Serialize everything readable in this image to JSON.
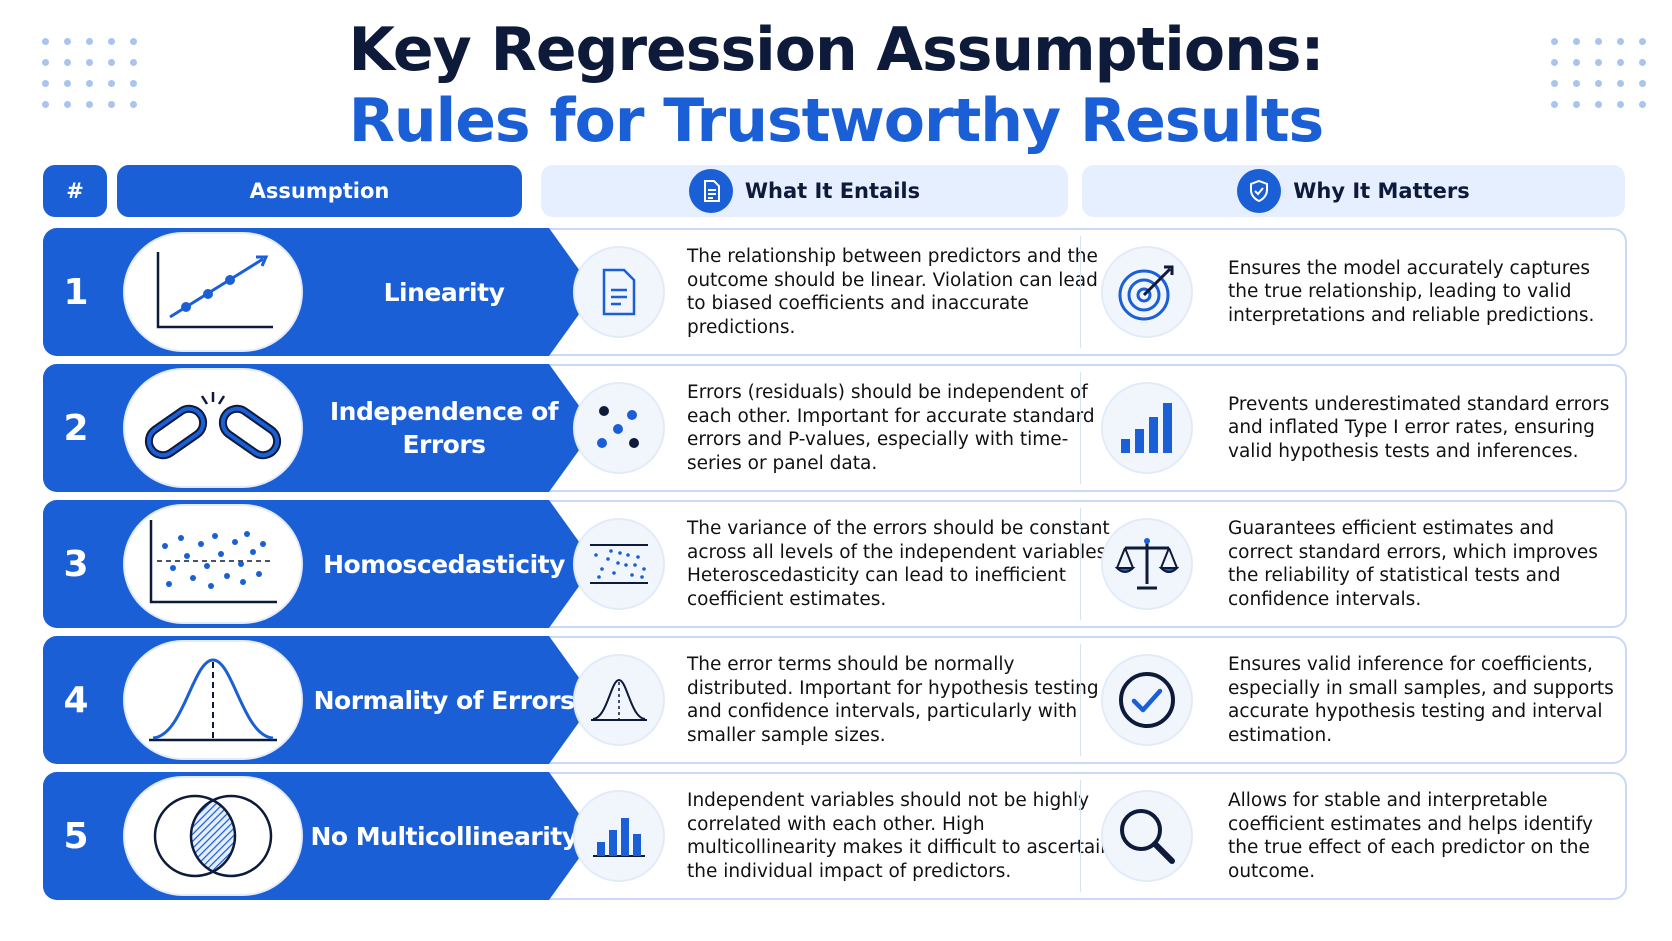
{
  "title": {
    "line1": "Key Regression Assumptions:",
    "line2": "Rules for Trustworthy Results"
  },
  "headers": {
    "number": "#",
    "assumption": "Assumption",
    "entails": "What It Entails",
    "matters": "Why It Matters"
  },
  "colors": {
    "primary": "#1a5fd6",
    "dark": "#0d1a3a",
    "light": "#e6efff"
  },
  "rows": [
    {
      "number": "1",
      "name": "Linearity",
      "illustration_icon": "line-trend-icon",
      "entails_icon": "document-icon",
      "entails": "The relationship between predictors and the outcome should be linear. Violation can lead to biased coefficients and inaccurate predictions.",
      "matters_icon": "target-icon",
      "matters": "Ensures the model accurately captures the true relationship, leading to valid interpretations and reliable predictions."
    },
    {
      "number": "2",
      "name": "Independence of Errors",
      "illustration_icon": "broken-chain-icon",
      "entails_icon": "scattered-dots-icon",
      "entails": "Errors (residuals) should be independent of each other. Important for accurate standard errors and P-values, especially with time-series or panel data.",
      "matters_icon": "bar-chart-icon",
      "matters": "Prevents underestimated standard errors and inflated Type I error rates, ensuring valid hypothesis tests and inferences."
    },
    {
      "number": "3",
      "name": "Homoscedasticity",
      "illustration_icon": "residual-scatter-icon",
      "entails_icon": "variance-band-icon",
      "entails": "The variance of the errors should be constant across all levels of the independent variables. Heteroscedasticity can lead to inefficient coefficient estimates.",
      "matters_icon": "balance-scale-icon",
      "matters": "Guarantees efficient estimates and correct standard errors, which improves the reliability of statistical tests and confidence intervals."
    },
    {
      "number": "4",
      "name": "Normality of Errors",
      "illustration_icon": "bell-curve-icon",
      "entails_icon": "small-bell-curve-icon",
      "entails": "The error terms should be normally distributed. Important for hypothesis testing and confidence intervals, particularly with smaller sample sizes.",
      "matters_icon": "check-circle-icon",
      "matters": "Ensures valid inference for coefficients, especially in small samples, and supports accurate hypothesis testing and interval estimation."
    },
    {
      "number": "5",
      "name": "No Multicollinearity",
      "illustration_icon": "venn-overlap-icon",
      "entails_icon": "bar-chart-small-icon",
      "entails": "Independent variables should not be highly correlated with each other. High multicollinearity makes it difficult to ascertain the individual impact of predictors.",
      "matters_icon": "magnifier-icon",
      "matters": "Allows for stable and interpretable coefficient estimates and helps identify the true effect of each predictor on the outcome."
    }
  ]
}
